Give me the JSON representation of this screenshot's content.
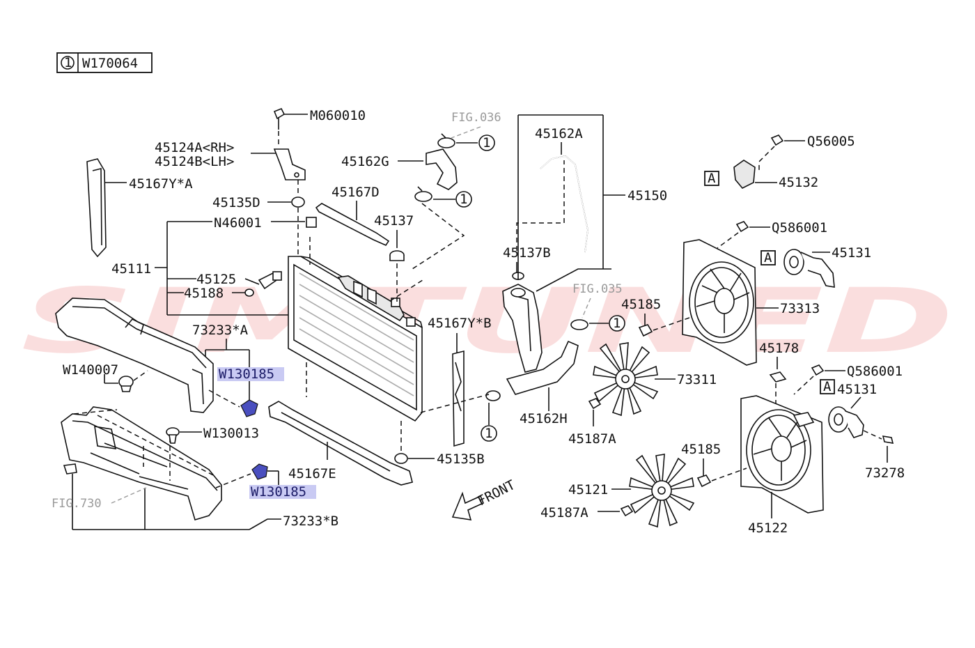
{
  "header": {
    "circle_ref": "1",
    "code": "W170064"
  },
  "watermark": {
    "text": "SIMTUNED",
    "color": "#e63b3b"
  },
  "highlight_color": "#c9caf3",
  "labels": {
    "m060010": "M060010",
    "p45124a": "45124A<RH>",
    "p45124b": "45124B<LH>",
    "p45167ya": "45167Y*A",
    "p45135d": "45135D",
    "n46001": "N46001",
    "p45111": "45111",
    "p45125": "45125",
    "p45188": "45188",
    "p73233a": "73233*A",
    "w130185_top": "W130185",
    "w140007": "W140007",
    "w130013": "W130013",
    "w130185_bot": "W130185",
    "p73233b": "73233*B",
    "p45167e": "45167E",
    "p45167d": "45167D",
    "p45162g": "45162G",
    "p45137": "45137",
    "p45167yb": "45167Y*B",
    "p45135b": "45135B",
    "p45162a": "45162A",
    "p45150": "45150",
    "p45137b": "45137B",
    "p45162h": "45162H",
    "q56005": "Q56005",
    "p45132": "45132",
    "q586001_top": "Q586001",
    "p45131_top": "45131",
    "p45185_top": "45185",
    "p73313": "73313",
    "p73311": "73311",
    "p45187a_top": "45187A",
    "p45178": "45178",
    "q586001_bot": "Q586001",
    "p45131_bot": "45131",
    "p45185_bot": "45185",
    "p73278": "73278",
    "p45121": "45121",
    "p45187a_bot": "45187A",
    "p45122": "45122",
    "front": "FRONT",
    "a_mark": "A",
    "circle_one": "1"
  },
  "references": {
    "fig036": "FIG.036",
    "fig035": "FIG.035",
    "fig730": "FIG.730"
  }
}
